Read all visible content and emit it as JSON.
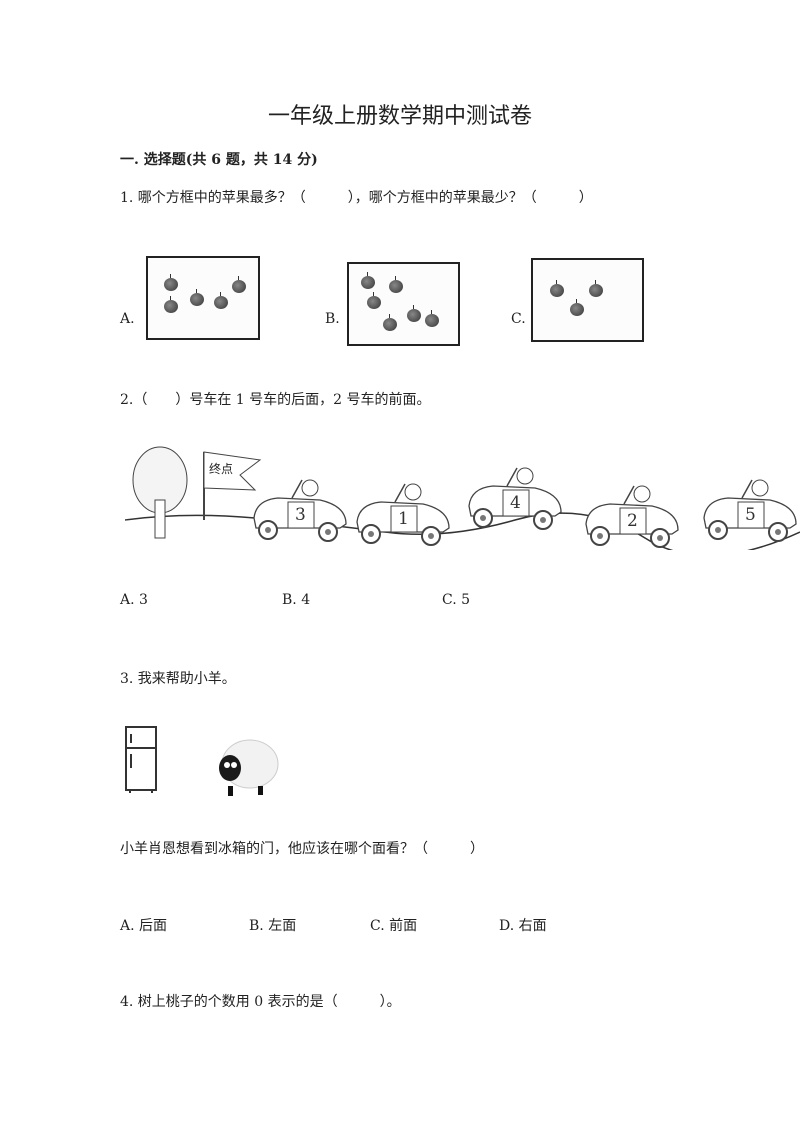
{
  "title": "一年级上册数学期中测试卷",
  "section": "一. 选择题(共 6 题，共 14 分)",
  "q1": {
    "text": "1. 哪个方框中的苹果最多？（　　　），哪个方框中的苹果最少？（　　　）",
    "options": [
      {
        "label": "A.",
        "apples": 5
      },
      {
        "label": "B.",
        "apples": 6
      },
      {
        "label": "C.",
        "apples": 3
      }
    ]
  },
  "q2": {
    "text": "2.（　　）号车在 1 号车的后面，2 号车的前面。",
    "flag_text": "终点",
    "cars": [
      "3",
      "1",
      "4",
      "2",
      "5"
    ],
    "options": [
      "A. 3",
      "B. 4",
      "C. 5"
    ]
  },
  "q3": {
    "text": "3. 我来帮助小羊。",
    "question": "小羊肖恩想看到冰箱的门，他应该在哪个面看？（　　　）",
    "options": [
      "A. 后面",
      "B. 左面",
      "C. 前面",
      "D. 右面"
    ]
  },
  "q4": {
    "text": "4. 树上桃子的个数用 0 表示的是（　　　）。"
  }
}
